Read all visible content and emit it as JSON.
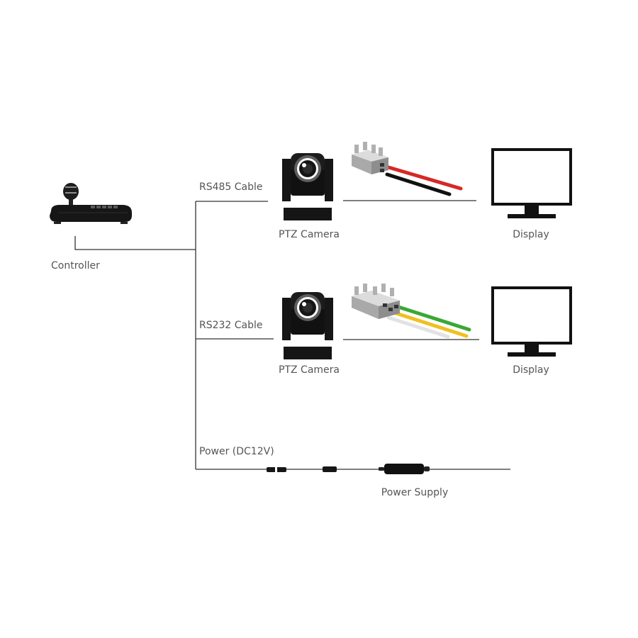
{
  "labels": {
    "controller": "Controller",
    "rs485_cable": "RS485 Cable",
    "rs232_cable": "RS232 Cable",
    "power_cable": "Power (DC12V)",
    "camera_top": "PTZ Camera",
    "camera_bottom": "PTZ Camera",
    "display_top": "Display",
    "display_bottom": "Display",
    "power_supply": "Power Supply"
  },
  "colors": {
    "line": "#333333",
    "device": "#141414",
    "wire_red": "#d62828",
    "wire_black": "#111111",
    "wire_green": "#3aa835",
    "wire_yellow": "#f0c020",
    "wire_white": "#e2e2e2",
    "terminal": "#c9c9c9"
  },
  "icons": {
    "controller": "joystick-controller-icon",
    "camera": "ptz-camera-icon",
    "display": "monitor-icon",
    "terminal": "terminal-block-icon",
    "power": "power-adapter-icon"
  }
}
